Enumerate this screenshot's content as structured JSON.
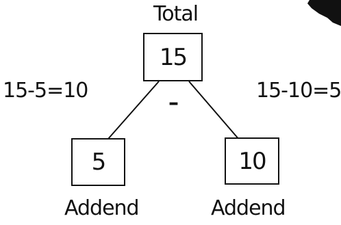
{
  "total": {
    "label": "Total",
    "value": "15"
  },
  "operator": "–",
  "left_equation": "15-5=10",
  "right_equation": "15-10=5",
  "addends": [
    {
      "value": "5",
      "label": "Addend"
    },
    {
      "value": "10",
      "label": "Addend"
    }
  ],
  "colors": {
    "ink": "#111111",
    "background": "#ffffff"
  }
}
